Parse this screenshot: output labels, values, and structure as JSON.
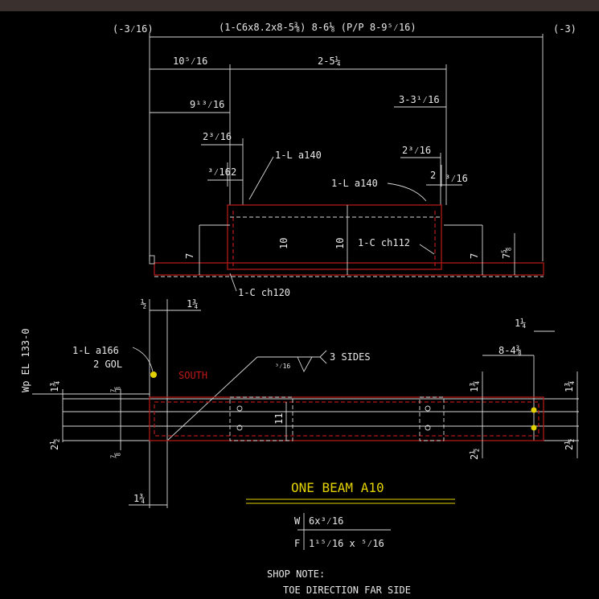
{
  "top_dimensions": {
    "left_offset": "(-3⁄16)",
    "main_member": "(1-C6x8.2x8-5⅜)  8-6⅛  (P/P 8-9⁵⁄16)",
    "right_offset": "(-3)",
    "left_segment": "10⁵⁄16",
    "right_segment": "2-5¼",
    "dim_9_13_16": "9¹³⁄16",
    "dim_3_3_16": "3-3¹⁄16",
    "dim_2_3_16_left": "2³⁄16",
    "dim_2_3_16_right": "2³⁄16",
    "dim_3_16_left": "³⁄16",
    "dim_2_left": "2",
    "dim_2_right": "2",
    "dim_3_16_right": "³⁄16"
  },
  "elevation_labels": {
    "angle_left": "1-L a140",
    "angle_right": "1-L a140",
    "channel_right": "1-C ch112",
    "channel_left": "1-C ch120",
    "height_10_left": "10",
    "height_10_right": "10",
    "height_7_left": "7",
    "height_7_right": "7",
    "height_7_5_8": "7⅝"
  },
  "plan_labels": {
    "dim_half": "½",
    "dim_1_3_4_top": "1¾",
    "dim_1_1_4": "1¼",
    "dim_8_4_3_8": "8-4⅜",
    "angle_a166": "1-L a166",
    "gol": "2 GOL",
    "south": "SOUTH",
    "weld_size": "³⁄16",
    "weld_note": "3 SIDES",
    "workpoint": "Wp EL 133-0",
    "dim_1_3_4_left": "1¾",
    "dim_2_1_2_left": "2½",
    "dim_7_8_top": "⅞",
    "dim_7_8_bottom": "⅞",
    "height_11": "11",
    "dim_1_3_4_mid": "1¾",
    "dim_2_1_2_mid": "2½",
    "dim_1_3_4_right": "1¾",
    "dim_2_1_2_right": "2½",
    "dim_1_3_4_bottom": "1¾"
  },
  "title_block": {
    "title": "ONE BEAM A10",
    "w_label": "W",
    "w_value": "6x³⁄16",
    "f_label": "F",
    "f_value": "1¹⁵⁄16 x ⁵⁄16",
    "shop_note_label": "SHOP NOTE:",
    "shop_note_text": "TOE DIRECTION FAR SIDE"
  },
  "colors": {
    "background": "#000000",
    "lines": "#d8d8d8",
    "part_outline": "#b01818",
    "title": "#e2d000",
    "south": "#c01818"
  }
}
